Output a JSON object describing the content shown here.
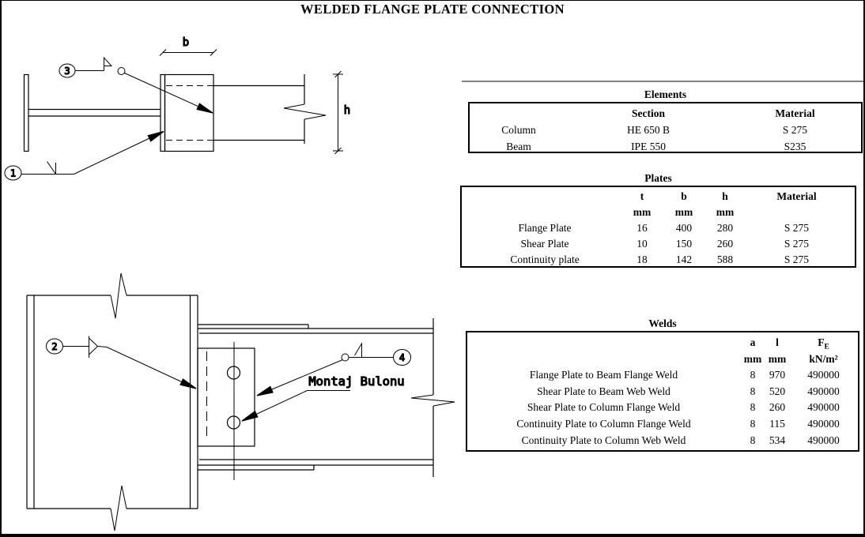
{
  "page": {
    "title": "WELDED FLANGE PLATE CONNECTION"
  },
  "drawing": {
    "dim_b": "b",
    "dim_h": "h",
    "callout_1": "1",
    "callout_2": "2",
    "callout_3": "3",
    "callout_4": "4",
    "bolt_label": "Montaj Bulonu"
  },
  "tables": {
    "elements": {
      "title": "Elements",
      "columns": {
        "section": "Section",
        "material": "Material"
      },
      "rows": [
        {
          "name": "Column",
          "section": "HE 650 B",
          "material": "S 275"
        },
        {
          "name": "Beam",
          "section": "IPE 550",
          "material": "S235"
        }
      ]
    },
    "plates": {
      "title": "Plates",
      "columns": {
        "t": "t",
        "b": "b",
        "h": "h",
        "material": "Material"
      },
      "units": {
        "t": "mm",
        "b": "mm",
        "h": "mm"
      },
      "rows": [
        {
          "name": "Flange Plate",
          "t": "16",
          "b": "400",
          "h": "280",
          "material": "S 275"
        },
        {
          "name": "Shear Plate",
          "t": "10",
          "b": "150",
          "h": "260",
          "material": "S 275"
        },
        {
          "name": "Continuity plate",
          "t": "18",
          "b": "142",
          "h": "588",
          "material": "S 275"
        }
      ]
    },
    "welds": {
      "title": "Welds",
      "columns": {
        "a": "a",
        "l": "l",
        "f": "F",
        "f_sub": "E"
      },
      "units": {
        "a": "mm",
        "l": "mm",
        "f": "kN/m²"
      },
      "rows": [
        {
          "name": "Flange Plate to Beam Flange Weld",
          "a": "8",
          "l": "970",
          "f": "490000"
        },
        {
          "name": "Shear Plate to Beam Web Weld",
          "a": "8",
          "l": "520",
          "f": "490000"
        },
        {
          "name": "Shear Plate to Column Flange Weld",
          "a": "8",
          "l": "260",
          "f": "490000"
        },
        {
          "name": "Continuity Plate to Column Flange Weld",
          "a": "8",
          "l": "115",
          "f": "490000"
        },
        {
          "name": "Continuity Plate to Column Web Weld",
          "a": "8",
          "l": "534",
          "f": "490000"
        }
      ]
    }
  },
  "colors": {
    "ink": "#000000",
    "paper": "#ffffff"
  }
}
